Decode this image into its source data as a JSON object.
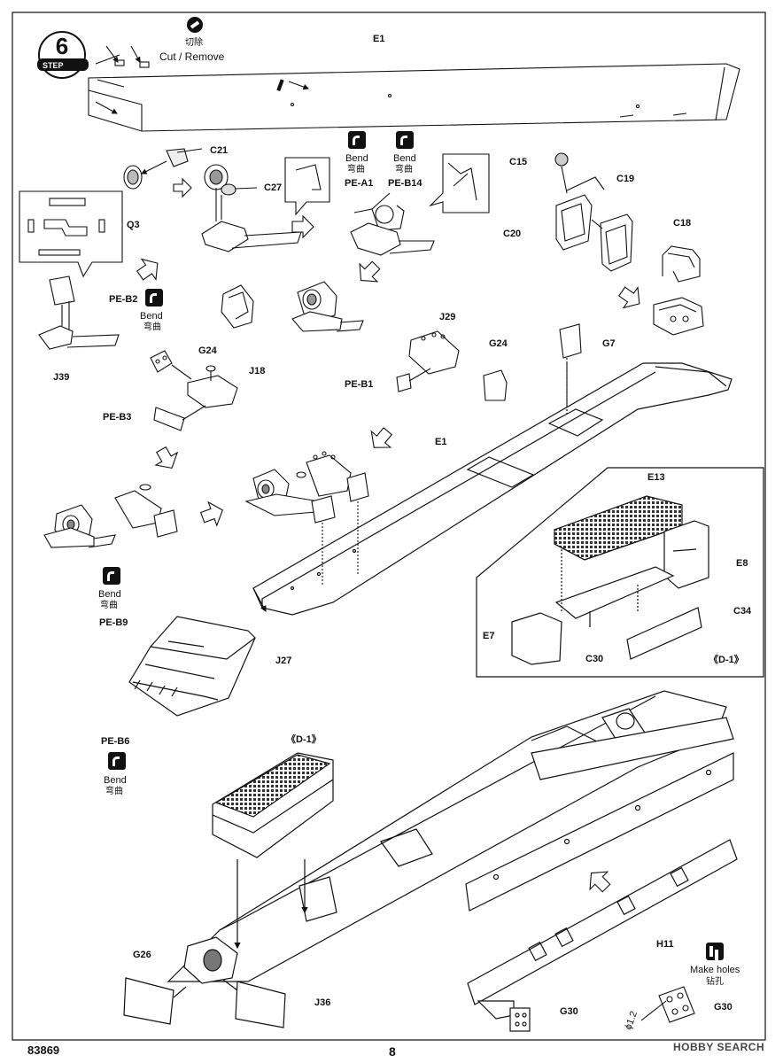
{
  "step": {
    "badge_word": "STEP",
    "number": "6"
  },
  "instructions": {
    "cut": {
      "zh": "切除",
      "en": "Cut / Remove"
    },
    "bend": {
      "en": "Bend",
      "zh": "弯曲"
    },
    "holes": {
      "en": "Make holes",
      "zh": "钻孔"
    }
  },
  "parts": {
    "e1_top": "E1",
    "e1_mid": "E1",
    "c21": "C21",
    "q3": "Q3",
    "c27": "C27",
    "pe_a1": "PE-A1",
    "pe_b14": "PE-B14",
    "c15": "C15",
    "c19": "C19",
    "c20": "C20",
    "c18": "C18",
    "pe_b2": "PE-B2",
    "j39": "J39",
    "g24a": "G24",
    "j18": "J18",
    "pe_b3": "PE-B3",
    "j29": "J29",
    "pe_b1": "PE-B1",
    "g24b": "G24",
    "g7": "G7",
    "pe_b9": "PE-B9",
    "j27": "J27",
    "pe_b6": "PE-B6",
    "e13": "E13",
    "e8": "E8",
    "c34": "C34",
    "e7": "E7",
    "c30": "C30",
    "d1_a": "《D-1》",
    "d1_b": "《D-1》",
    "g26": "G26",
    "j36": "J36",
    "h11": "H11",
    "g30a": "G30",
    "g30b": "G30",
    "dia": "ϕ1.2"
  },
  "footer": {
    "code": "83869",
    "page": "8",
    "watermark": "HOBBY SEARCH"
  }
}
